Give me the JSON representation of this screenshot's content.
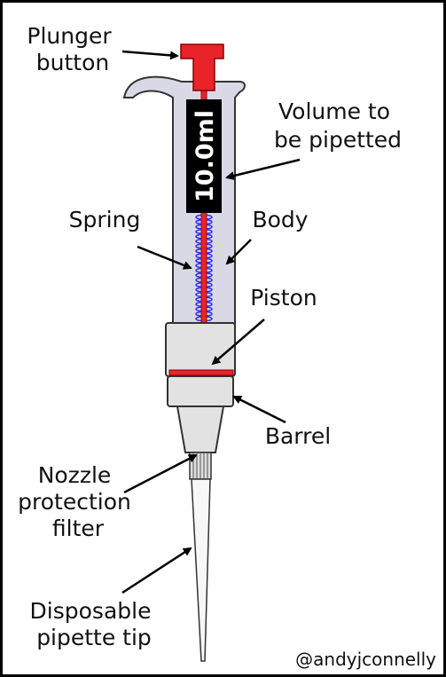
{
  "labels": {
    "plunger_button": [
      "Plunger",
      "button"
    ],
    "volume": [
      "Volume to",
      "be pipetted"
    ],
    "spring": "Spring",
    "body": "Body",
    "piston": "Piston",
    "barrel": "Barrel",
    "filter": [
      "Nozzle",
      "protection",
      "filter"
    ],
    "tip": [
      "Disposable",
      "pipette tip"
    ]
  },
  "volume_display": "10.0ml",
  "credit": "@andyjconnelly",
  "colors": {
    "plunger_red": "#e8232a",
    "body_fill": "#d9d9e6",
    "collar_fill": "#e2e2e2",
    "spring_blue": "#3333ee",
    "display_bg": "#000000",
    "outline": "#333333",
    "frame": "#000000"
  }
}
